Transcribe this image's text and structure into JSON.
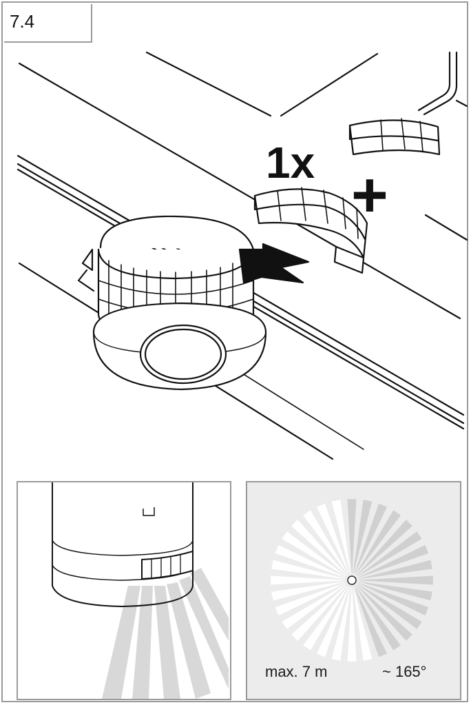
{
  "step": {
    "label": "7.4"
  },
  "main": {
    "count_label": "1x",
    "plus_symbol": "+"
  },
  "detection": {
    "range_label": "max. 7 m",
    "angle_label": "~ 165°"
  },
  "colors": {
    "line": "#111111",
    "frame": "#9a9a9a",
    "panel_bg": "#ececec",
    "beam": "#d4d4d4"
  },
  "icons": [
    "motion-sensor",
    "lens-mask-segment",
    "insert-arrow",
    "plus-symbol"
  ]
}
